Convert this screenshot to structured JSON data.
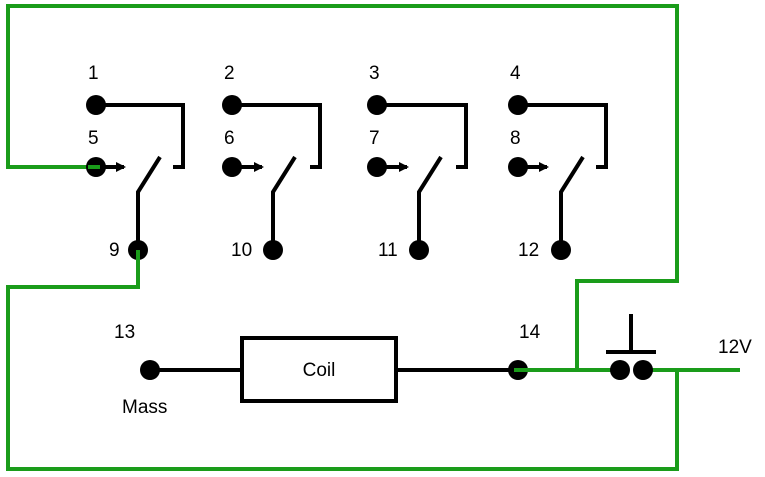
{
  "colors": {
    "wire_green": "#1a9c1a",
    "wire_black": "#000000",
    "background": "#ffffff"
  },
  "pins": {
    "p1": "1",
    "p2": "2",
    "p3": "3",
    "p4": "4",
    "p5": "5",
    "p6": "6",
    "p7": "7",
    "p8": "8",
    "p9": "9",
    "p10": "10",
    "p11": "11",
    "p12": "12",
    "p13": "13",
    "p14": "14"
  },
  "coil_label": "Coil",
  "mass_label": "Mass",
  "supply_label": "12V"
}
